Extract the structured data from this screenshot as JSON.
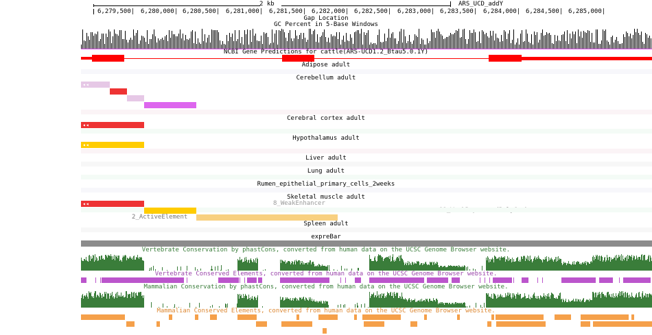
{
  "ruler": {
    "scale_label": "2 kb",
    "assembly_label": "ARS_UCD_addY",
    "ticks": [
      "6,279,500|",
      "6,280,000|",
      "6,280,500|",
      "6,281,000|",
      "6,281,500|",
      "6,282,000|",
      "6,282,500|",
      "6,283,000|",
      "6,283,500|",
      "6,284,000|",
      "6,284,500|",
      "6,285,000|"
    ]
  },
  "tracks": {
    "gap": "Gap Location",
    "gc": "GC Percent in 5-Base Windows",
    "ncbi": "NCBI Gene Predictions for cattle(ARS-UCD1.2_Btau5.0.1Y)",
    "adipose": "Adipose adult",
    "cerebellum": "Cerebellum adult",
    "cortex": "Cerebral cortex adult",
    "hypothalamus": "Hypothalamus adult",
    "liver": "Liver adult",
    "lung": "Lung adult",
    "rumen": "Rumen_epithelial_primary_cells_2weeks",
    "skeletal": "Skeletal muscle adult",
    "spleen": "Spleen adult",
    "exprebar": "expreBar",
    "vert_cons": "Vertebrate Conservation by phastCons, converted from human data on the UCSC Genome Browser website.",
    "vert_elem": "Vertebrate Conserved Elements, converted from human data on the UCSC Genome Browser website.",
    "mamm_cons": "Mammalian Conservation by phastCons, converted from human data on the UCSC Genome Browser website.",
    "mamm_elem": "Mammalian Conserved Elements, converted from human data on the UCSC Genome Browser website."
  },
  "features": {
    "weak_enhancer": "8_WeakEnhancer",
    "weak_repressed": "11_WeakRepressedPolyComb",
    "active_element": "2_ActiveElement",
    "strand_arrow": "◂◂"
  },
  "colors": {
    "gene": "#ff0000",
    "red": "#ee3333",
    "light_purple": "#e6c8e6",
    "magenta": "#dd66ee",
    "yellow": "#ffcc00",
    "light_orange": "#f8d080",
    "gray_bar": "#8c8c8c",
    "conservation": "#3a7d3a",
    "vert_elem": "#bb55cc",
    "mamm_elem": "#f5a04a",
    "vert_label": "#9a44aa",
    "mamm_label": "#dd8833",
    "cons_label": "#3a7d3a"
  }
}
